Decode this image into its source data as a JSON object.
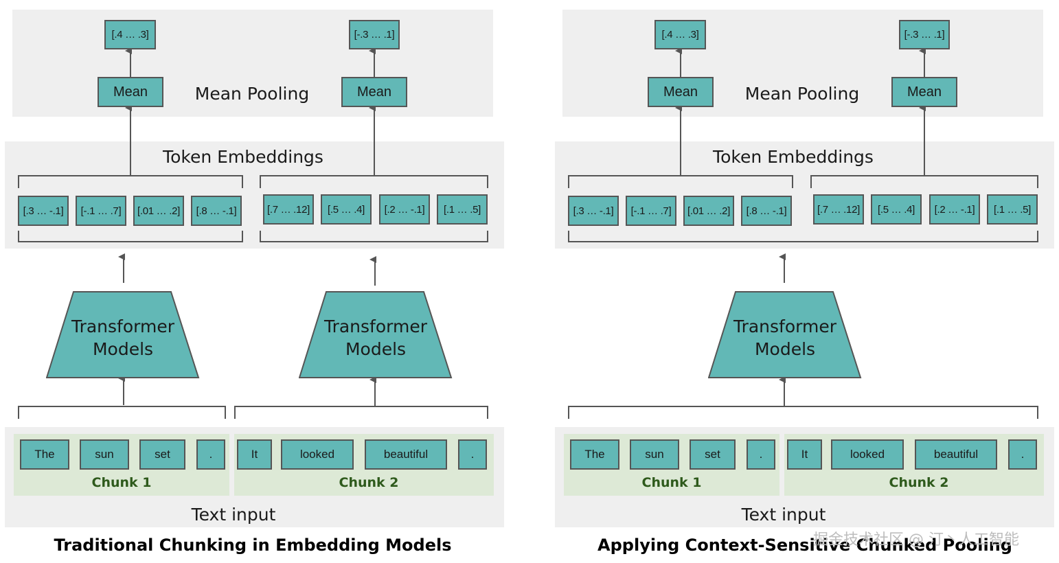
{
  "labels": {
    "mean_pooling": "Mean Pooling",
    "token_embeddings": "Token Embeddings",
    "transformer_line1": "Transformer",
    "transformer_line2": "Models",
    "text_input": "Text input",
    "mean": "Mean",
    "chunk1": "Chunk 1",
    "chunk2": "Chunk 2"
  },
  "left": {
    "title": "Traditional Chunking in Embedding Models",
    "pooled": [
      "[.4 … .3]",
      "[-.3 … .1]"
    ],
    "embeddings": [
      "[.3 … -.1]",
      "[-.1 … .7]",
      "[.01 … .2]",
      "[.8 … -.1]",
      "[.7 … .12]",
      "[.5 … .4]",
      "[.2 … -.1]",
      "[.1 … .5]"
    ],
    "tokens": [
      "The",
      "sun",
      "set",
      ".",
      "It",
      "looked",
      "beautiful",
      "."
    ]
  },
  "right": {
    "title": "Applying Context-Sensitive Chunked Pooling",
    "pooled": [
      "[.4 … .3]",
      "[-.3 … .1]"
    ],
    "embeddings": [
      "[.3 … -.1]",
      "[-.1 … .7]",
      "[.01 … .2]",
      "[.8 … -.1]",
      "[.7 … .12]",
      "[.5 … .4]",
      "[.2 … -.1]",
      "[.1 … .5]"
    ],
    "tokens": [
      "The",
      "sun",
      "set",
      ".",
      "It",
      "looked",
      "beautiful",
      "."
    ]
  },
  "watermark": "掘金技术社区 @ 汀丶人工智能",
  "colors": {
    "teal": "#62b8b6",
    "panel": "#efefef",
    "chunk_bg": "#dde9d6",
    "chunk_text": "#2e5a1c"
  }
}
